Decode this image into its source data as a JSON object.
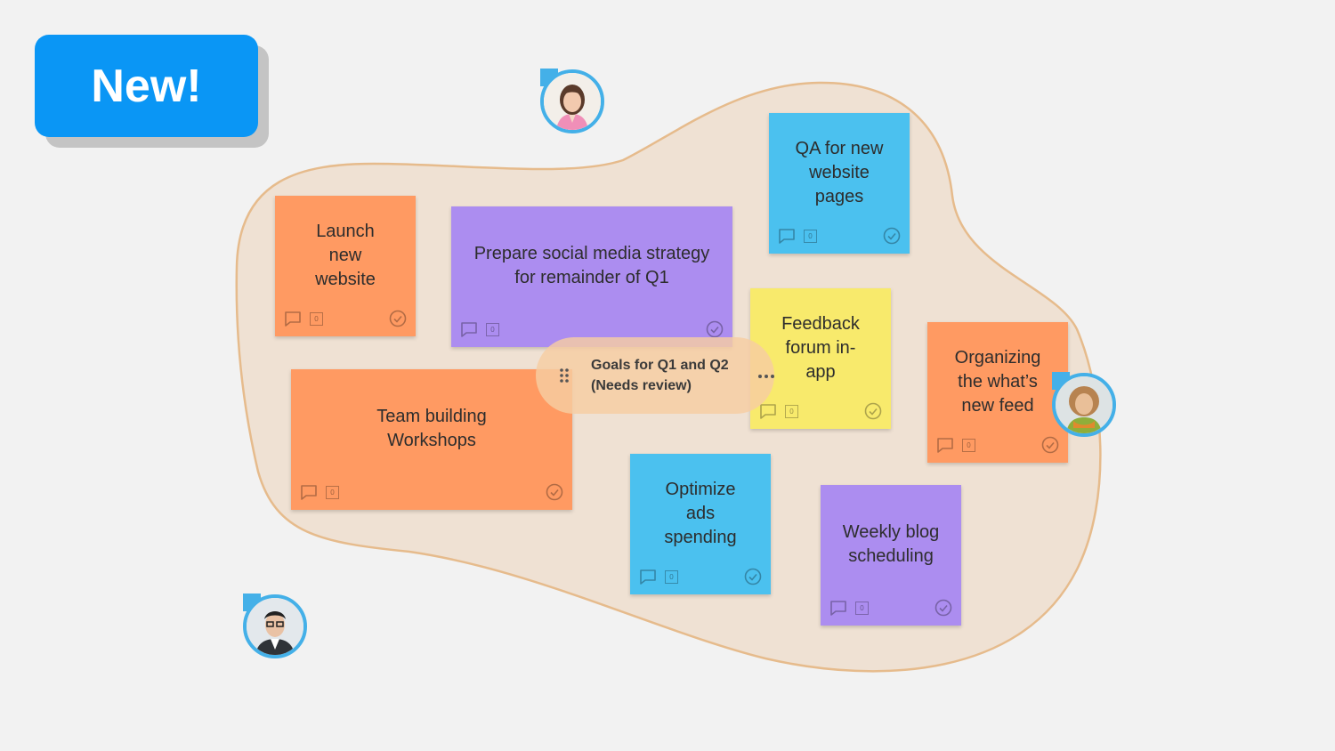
{
  "badge": {
    "label": "New!"
  },
  "group": {
    "title": "Goals for Q1 and Q2\n(Needs review)"
  },
  "notes": [
    {
      "id": "launch",
      "text": "Launch new website",
      "count": "0"
    },
    {
      "id": "social",
      "text": "Prepare social media strategy for remainder of Q1",
      "count": "0"
    },
    {
      "id": "qa",
      "text": "QA for new website pages",
      "count": "0"
    },
    {
      "id": "feedback",
      "text": "Feedback forum in-app",
      "count": "0"
    },
    {
      "id": "organizing",
      "text": "Organizing the what’s new feed",
      "count": "0"
    },
    {
      "id": "team",
      "text": "Team building Workshops",
      "count": "0"
    },
    {
      "id": "ads",
      "text": "Optimize ads spending",
      "count": "0"
    },
    {
      "id": "blog",
      "text": "Weekly blog scheduling",
      "count": "0"
    }
  ],
  "colors": {
    "accent": "#0a96f5",
    "orange_note": "#ff9a62",
    "purple_note": "#ac8df0",
    "blue_note": "#4bc1ef",
    "yellow_note": "#f8ea6c",
    "blob_fill": "#efe1d3",
    "blob_stroke": "#e6bb8c",
    "avatar_ring": "#44b0e8"
  },
  "icons": [
    "comment-icon",
    "counter-icon",
    "check-circle-icon",
    "drag-handle-icon",
    "more-horizontal-icon"
  ],
  "avatars": [
    "avatar-woman-pink",
    "avatar-man-glasses",
    "avatar-woman-curly"
  ]
}
